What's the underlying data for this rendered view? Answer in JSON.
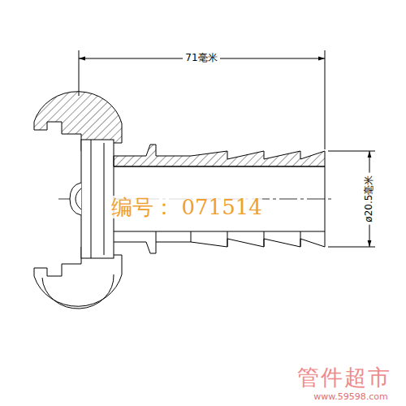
{
  "diagram": {
    "labels": [
      "71毫米",
      "ø20.5毫米",
      "编号： 071514",
      "管件超市",
      "www.59598.com"
    ]
  }
}
